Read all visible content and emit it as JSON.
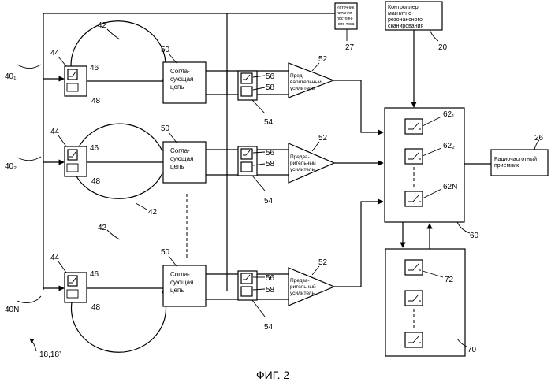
{
  "caption": "ФИГ. 2",
  "figure_ref": "18,18’",
  "blocks": {
    "dc_source": {
      "lines": [
        "Источник",
        "питания",
        "постоян-",
        "ного тока"
      ],
      "ref": "27"
    },
    "mri_controller": {
      "lines": [
        "Контроллер",
        "магнитно-",
        "резонансного",
        "сканирования"
      ],
      "ref": "20"
    },
    "rf_receiver": {
      "lines": [
        "Радиочастотный",
        "приемник"
      ],
      "ref": "26"
    },
    "mux": {
      "ref": "60",
      "switch_refs": [
        "62₁",
        "62₂",
        "62N"
      ]
    },
    "bank": {
      "ref": "70",
      "switch_ref": "72"
    }
  },
  "channels": [
    {
      "id": "40₁",
      "coil": "42",
      "det": "44",
      "a": "46",
      "b": "48",
      "match": [
        "Согла-",
        "сующая",
        "цепь"
      ],
      "match_ref": "50",
      "sw_a": "56",
      "sw_b": "58",
      "sw_ref": "54",
      "amp": [
        "Пред-",
        "варительный",
        "усилитель"
      ],
      "amp_ref": "52"
    },
    {
      "id": "40₂",
      "coil": "42",
      "det": "44",
      "a": "46",
      "b": "48",
      "match": [
        "Согла-",
        "сующая",
        "цепь"
      ],
      "match_ref": "50",
      "sw_a": "56",
      "sw_b": "58",
      "sw_ref": "54",
      "amp": [
        "Предва-",
        "рительный",
        "усилитель"
      ],
      "amp_ref": "52"
    },
    {
      "id": "40N",
      "coil": "42",
      "det": "44",
      "a": "46",
      "b": "48",
      "match": [
        "Согла-",
        "сующая",
        "цепь"
      ],
      "match_ref": "50",
      "sw_a": "56",
      "sw_b": "58",
      "sw_ref": "54",
      "amp": [
        "Предва-",
        "рительный",
        "усилитель"
      ],
      "amp_ref": "52"
    }
  ]
}
